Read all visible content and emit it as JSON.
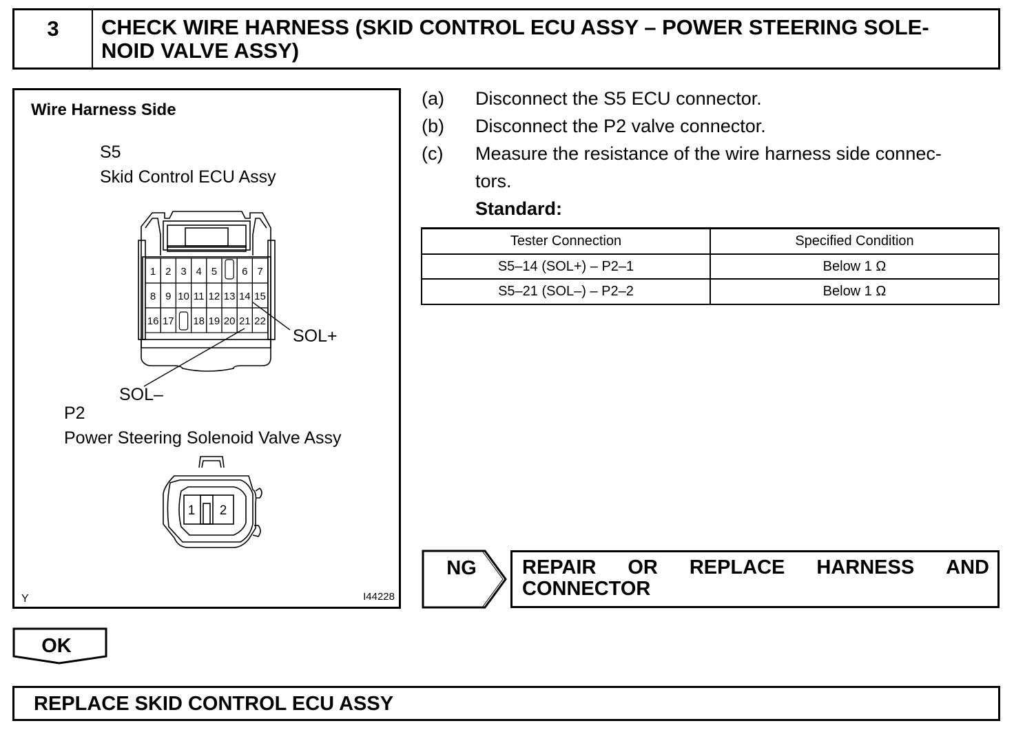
{
  "header": {
    "step_number": "3",
    "title": "CHECK WIRE HARNESS (SKID CONTROL ECU ASSY – POWER STEERING SOLE-\nNOID VALVE ASSY)"
  },
  "illustration": {
    "heading": "Wire Harness Side",
    "s5": {
      "code": "S5",
      "name": "Skid Control ECU Assy",
      "pins_row1": [
        "1",
        "2",
        "3",
        "4",
        "5",
        "",
        "6",
        "7"
      ],
      "pins_row2": [
        "8",
        "9",
        "10",
        "11",
        "12",
        "13",
        "14",
        "15"
      ],
      "pins_row3": [
        "16",
        "17",
        "",
        "18",
        "19",
        "20",
        "21",
        "22"
      ]
    },
    "sol_plus": "SOL+",
    "sol_minus": "SOL–",
    "p2": {
      "code": "P2",
      "name": "Power Steering Solenoid Valve Assy",
      "pins": [
        "1",
        "2"
      ]
    },
    "corner_left": "Y",
    "figure_id": "I44228"
  },
  "instructions": [
    {
      "letter": "(a)",
      "text": "Disconnect the S5 ECU connector."
    },
    {
      "letter": "(b)",
      "text": "Disconnect the P2 valve connector."
    },
    {
      "letter": "(c)",
      "text": "Measure the resistance of the wire harness side connec-",
      "text2": "tors."
    }
  ],
  "standard_label": "Standard:",
  "spec_table": {
    "headers": [
      "Tester Connection",
      "Specified Condition"
    ],
    "rows": [
      [
        "S5–14 (SOL+) – P2–1",
        "Below 1 Ω"
      ],
      [
        "S5–21 (SOL–) – P2–2",
        "Below 1 Ω"
      ]
    ]
  },
  "ng": {
    "label": "NG",
    "line1": [
      "REPAIR",
      "OR",
      "REPLACE",
      "HARNESS",
      "AND"
    ],
    "line2": "CONNECTOR"
  },
  "ok": {
    "label": "OK"
  },
  "final": {
    "text": "REPLACE SKID CONTROL ECU ASSY"
  }
}
